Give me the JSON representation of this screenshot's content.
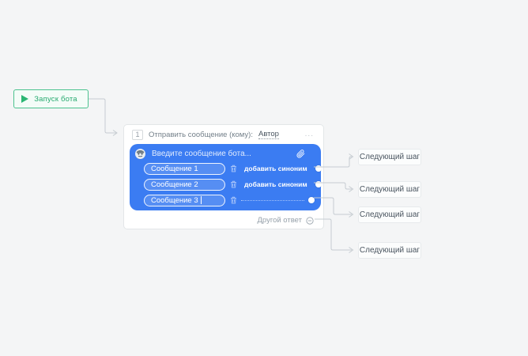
{
  "canvas": {
    "background": "#f4f5f6"
  },
  "start_node": {
    "label": "Запуск бота",
    "icon": "play-icon"
  },
  "message_node": {
    "index": "1",
    "header_label": "Отправить сообщение (кому):",
    "header_target": "Автор",
    "menu_label": "...",
    "composer": {
      "placeholder": "Введите сообщение бота...",
      "bot_icon": "bot-icon",
      "attach_icon": "paperclip-icon",
      "messages": [
        {
          "text": "Сообщение 1",
          "synonym_label": "добавить синоним",
          "editing": false
        },
        {
          "text": "Сообщение 2",
          "synonym_label": "добавить синоним",
          "editing": false
        },
        {
          "text": "Сообщение 3",
          "synonym_label": "",
          "editing": true
        }
      ]
    },
    "other_answer_label": "Другой ответ"
  },
  "next_steps": [
    {
      "label": "Следующий шаг"
    },
    {
      "label": "Следующий шаг"
    },
    {
      "label": "Следующий шаг"
    },
    {
      "label": "Следующий шаг"
    }
  ],
  "colors": {
    "background": "#f4f5f6",
    "accent_blue": "#3b7cf2",
    "accent_green": "#2bb673",
    "start_node_border": "#4cc38f",
    "card_border": "#e3e6e8",
    "connector": "#c6ccd1",
    "text_primary": "#49545f",
    "text_muted": "#96a1aa"
  },
  "icons": {
    "start": "play-icon",
    "avatar": "bot-icon",
    "attachment": "paperclip-icon",
    "delete": "trash-icon",
    "other_answer": "minus-circle-icon",
    "menu": "ellipsis-icon",
    "connection_point": "connector-dot"
  }
}
